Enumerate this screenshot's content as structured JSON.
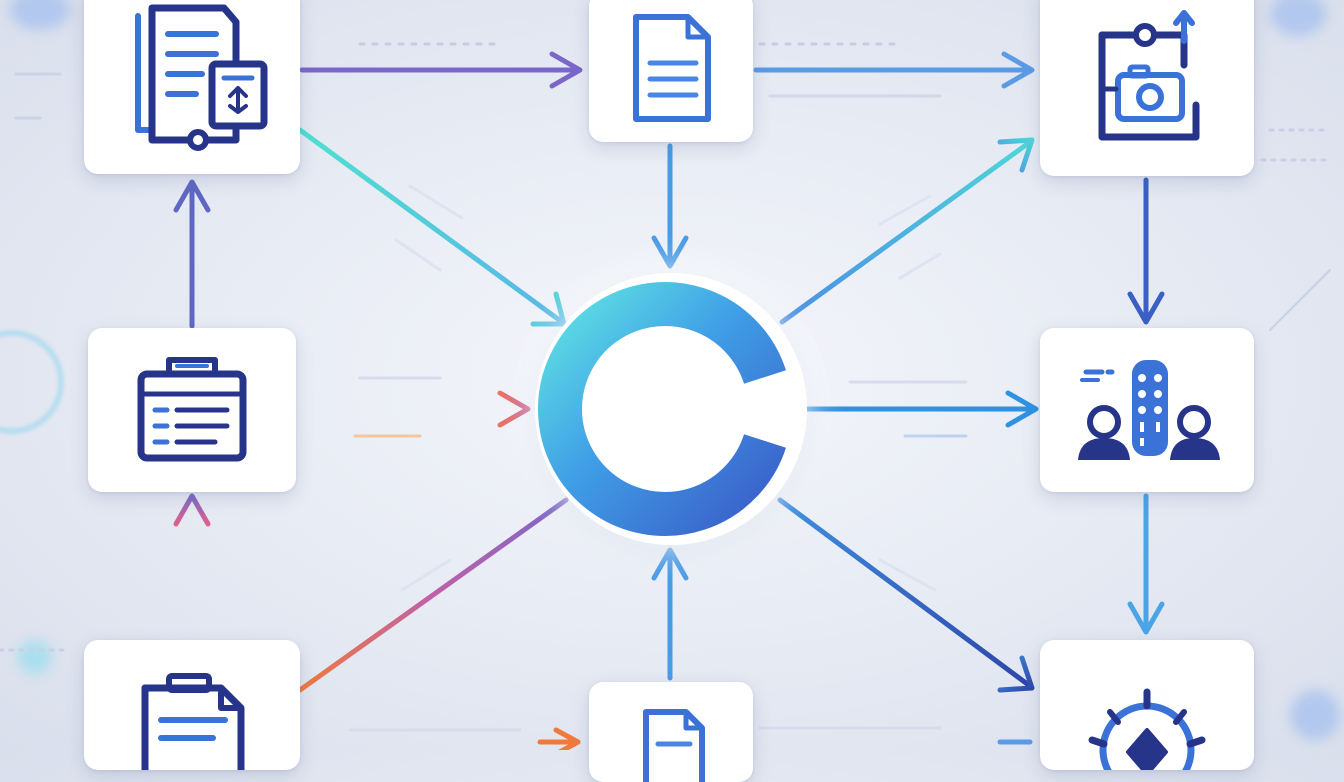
{
  "diagram": {
    "hub": {
      "icon": "c-logo-icon",
      "letter": "C",
      "gradient": [
        "#5ee0e4",
        "#3f9ee6",
        "#3a5fc9"
      ]
    },
    "nodes": [
      {
        "id": "top-left",
        "icon": "documents-icon"
      },
      {
        "id": "top-center",
        "icon": "document-icon"
      },
      {
        "id": "top-right",
        "icon": "camera-upload-icon"
      },
      {
        "id": "mid-left",
        "icon": "briefcase-list-icon"
      },
      {
        "id": "mid-right",
        "icon": "team-device-icon"
      },
      {
        "id": "bottom-left",
        "icon": "folder-document-icon"
      },
      {
        "id": "bottom-center",
        "icon": "document-icon"
      },
      {
        "id": "bottom-right",
        "icon": "target-gear-icon"
      }
    ],
    "colors": {
      "icon_dark": "#26348a",
      "icon_blue": "#3a72d8",
      "icon_light": "#8fb6ee",
      "arrow_purple": "#7b67c9",
      "arrow_teal": "#4fd0d8",
      "arrow_blue": "#3e8fe0",
      "arrow_navy": "#3b55b9",
      "arrow_red": "#e65f78",
      "arrow_orange": "#f07a3c"
    }
  }
}
